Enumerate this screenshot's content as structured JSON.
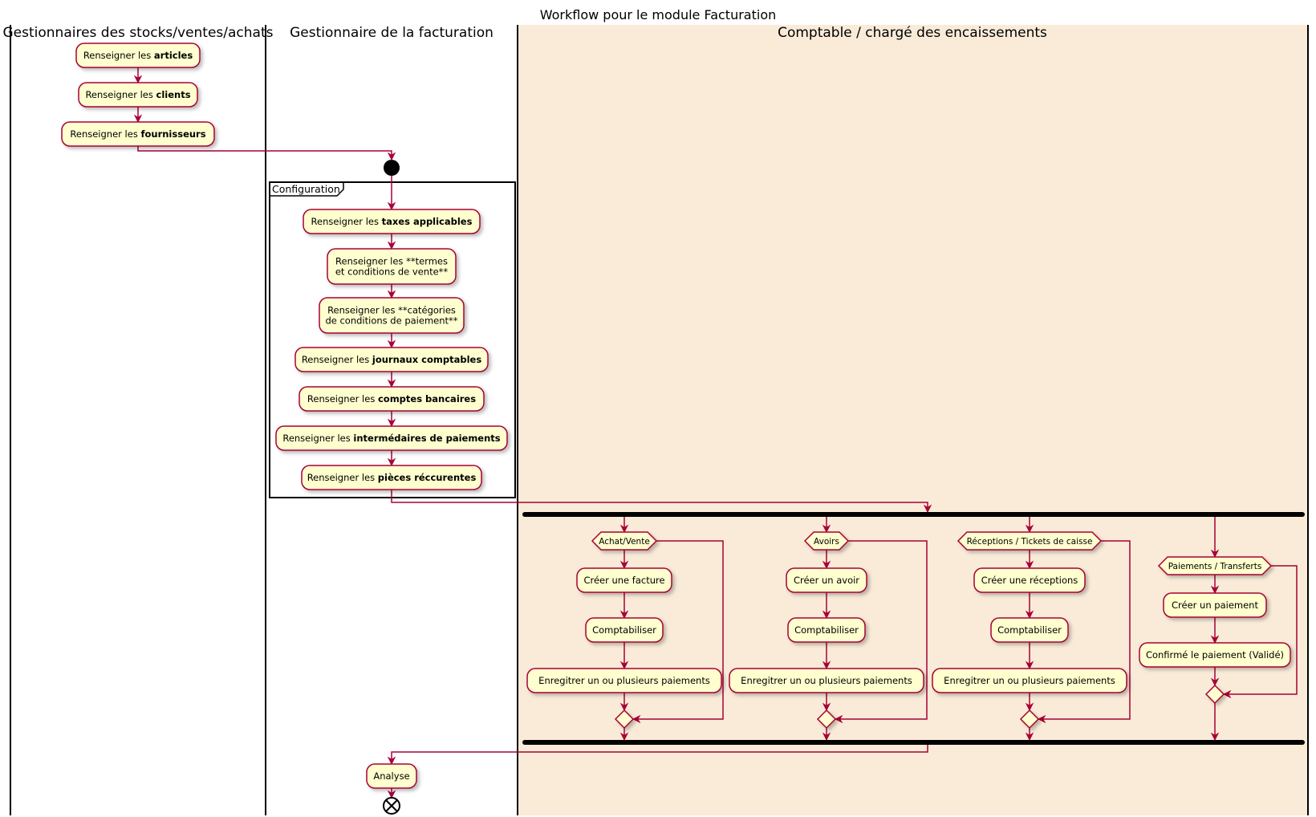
{
  "title": "Workflow pour le module Facturation",
  "colors": {
    "line": "#A80036",
    "activity_fill": "#FEFECE",
    "lane3_fill": "#F9EBD8",
    "black": "#000000"
  },
  "lanes": [
    {
      "id": "lane-stocks",
      "title": "Gestionnaires des stocks/ventes/achats"
    },
    {
      "id": "lane-facturation",
      "title": "Gestionnaire de la facturation"
    },
    {
      "id": "lane-comptable",
      "title": "Comptable / chargé des encaissements"
    }
  ],
  "lane1_activities": [
    {
      "normal": "Renseigner les ",
      "bold": "articles"
    },
    {
      "normal": "Renseigner les ",
      "bold": "clients"
    },
    {
      "normal": "Renseigner les ",
      "bold": "fournisseurs"
    }
  ],
  "configuration": {
    "label": "Configuration",
    "activities": [
      {
        "lines": [
          {
            "normal": "Renseigner les ",
            "bold": "taxes applicables"
          }
        ]
      },
      {
        "lines": [
          {
            "normal": "Renseigner les **termes",
            "bold": ""
          },
          {
            "normal": "et conditions de vente**",
            "bold": ""
          }
        ]
      },
      {
        "lines": [
          {
            "normal": "Renseigner les **catégories",
            "bold": ""
          },
          {
            "normal": "de conditions de paiement**",
            "bold": ""
          }
        ]
      },
      {
        "lines": [
          {
            "normal": "Renseigner les ",
            "bold": "journaux comptables"
          }
        ]
      },
      {
        "lines": [
          {
            "normal": "Renseigner les ",
            "bold": "comptes bancaires"
          }
        ]
      },
      {
        "lines": [
          {
            "normal": "Renseigner les ",
            "bold": "intermédaires de paiements"
          }
        ]
      },
      {
        "lines": [
          {
            "normal": "Renseigner les ",
            "bold": "pièces réccurentes"
          }
        ]
      }
    ]
  },
  "branches": [
    {
      "condition": "Achat/Vente",
      "activities": [
        "Créer une facture",
        "Comptabiliser",
        "Enregitrer un ou plusieurs paiements"
      ]
    },
    {
      "condition": "Avoirs",
      "activities": [
        "Créer un avoir",
        "Comptabiliser",
        "Enregitrer un ou plusieurs paiements"
      ]
    },
    {
      "condition": "Réceptions / Tickets de caisse",
      "activities": [
        "Créer une réceptions",
        "Comptabiliser",
        "Enregitrer un ou plusieurs paiements"
      ]
    },
    {
      "condition": "Paiements / Transferts",
      "activities": [
        "Créer un paiement",
        "Confirmé le paiement (Validé)"
      ]
    }
  ],
  "final_activity": "Analyse"
}
